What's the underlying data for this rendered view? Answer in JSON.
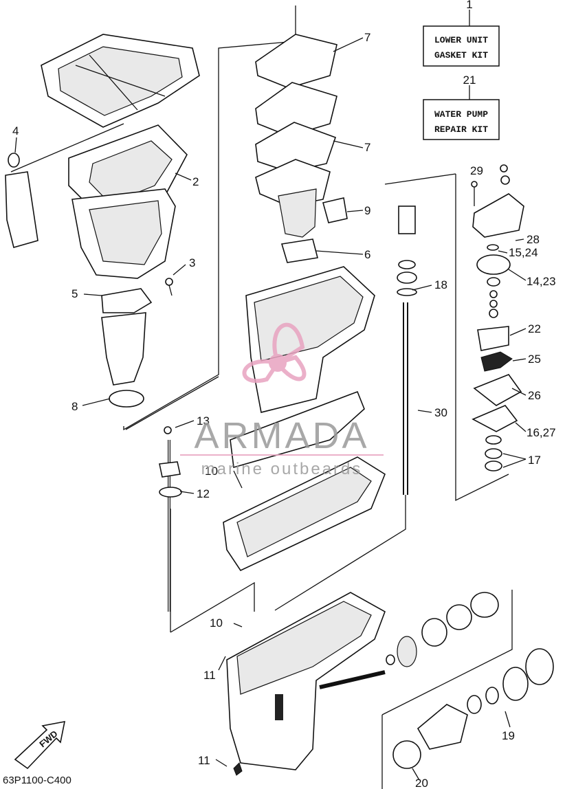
{
  "kits": [
    {
      "number": "1",
      "line1": "LOWER UNIT",
      "line2": "GASKET KIT"
    },
    {
      "number": "21",
      "line1": "WATER PUMP",
      "line2": "REPAIR KIT"
    }
  ],
  "callouts": [
    "7",
    "7",
    "4",
    "2",
    "9",
    "6",
    "3",
    "5",
    "18",
    "8",
    "29",
    "28",
    "15,24",
    "14,23",
    "22",
    "25",
    "26",
    "16,27",
    "17",
    "30",
    "13",
    "12",
    "10",
    "10",
    "11",
    "11",
    "19",
    "20"
  ],
  "watermark": {
    "brand": "ARMADA",
    "tagline": "marine outbeards",
    "color": "#e8a3c0"
  },
  "fwd_label": "FWD",
  "diagram_code": "63P1100-C400"
}
